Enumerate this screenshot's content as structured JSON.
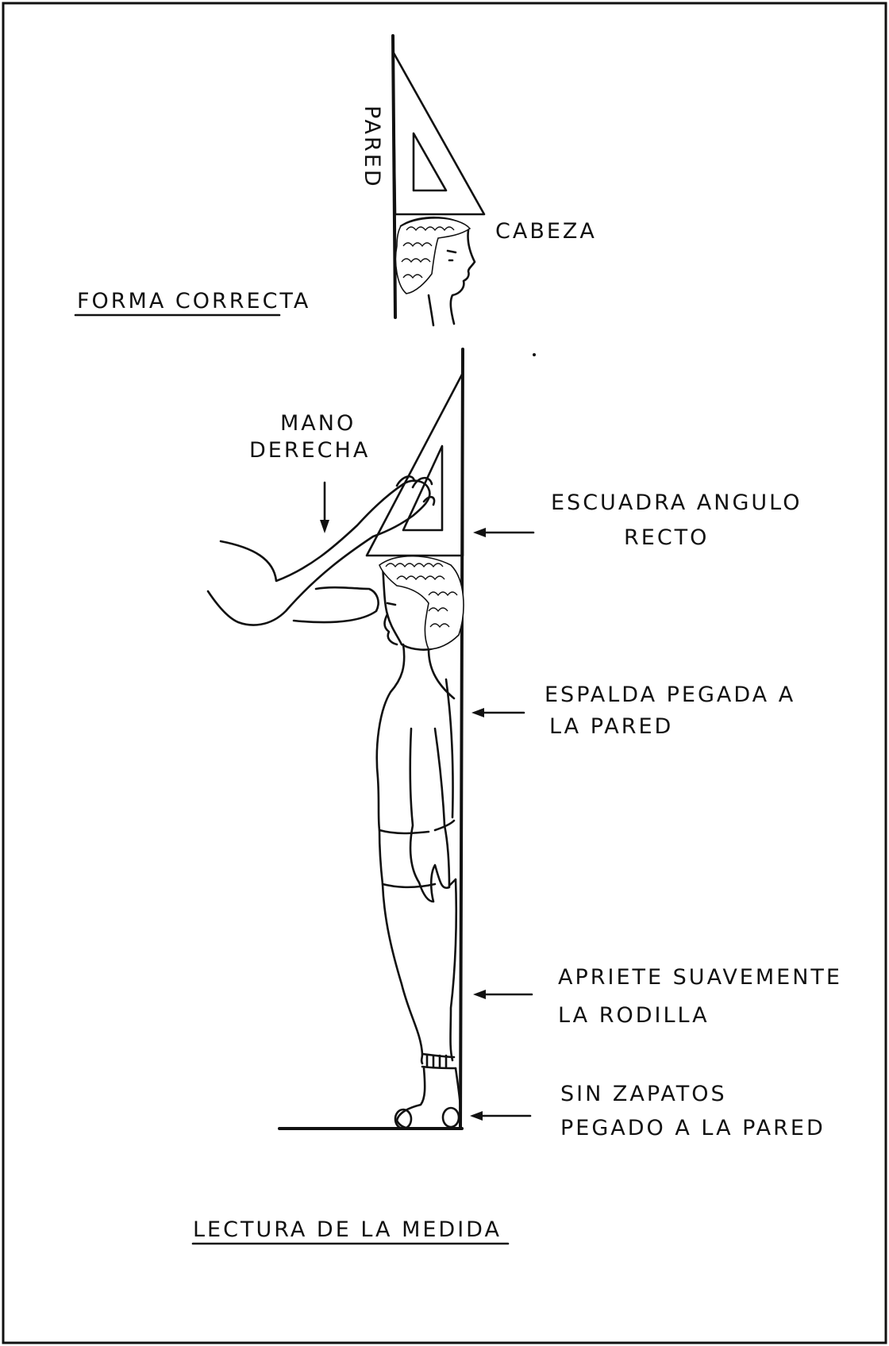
{
  "figure": {
    "top_view_title": "FORMA CORRECTA",
    "bottom_title": "LECTURA DE LA MEDIDA",
    "labels": {
      "wall": "PARED",
      "head": "CABEZA",
      "right_hand_line1": "MANO",
      "right_hand_line2": "DERECHA",
      "square_line1": "ESCUADRA ANGULO",
      "square_line2": "RECTO",
      "back_line1": "ESPALDA PEGADA A",
      "back_line2": "LA PARED",
      "knee_line1": "APRIETE SUAVEMENTE",
      "knee_line2": "LA RODILLA",
      "feet_line1": "SIN ZAPATOS",
      "feet_line2": "PEGADO A LA PARED"
    }
  }
}
